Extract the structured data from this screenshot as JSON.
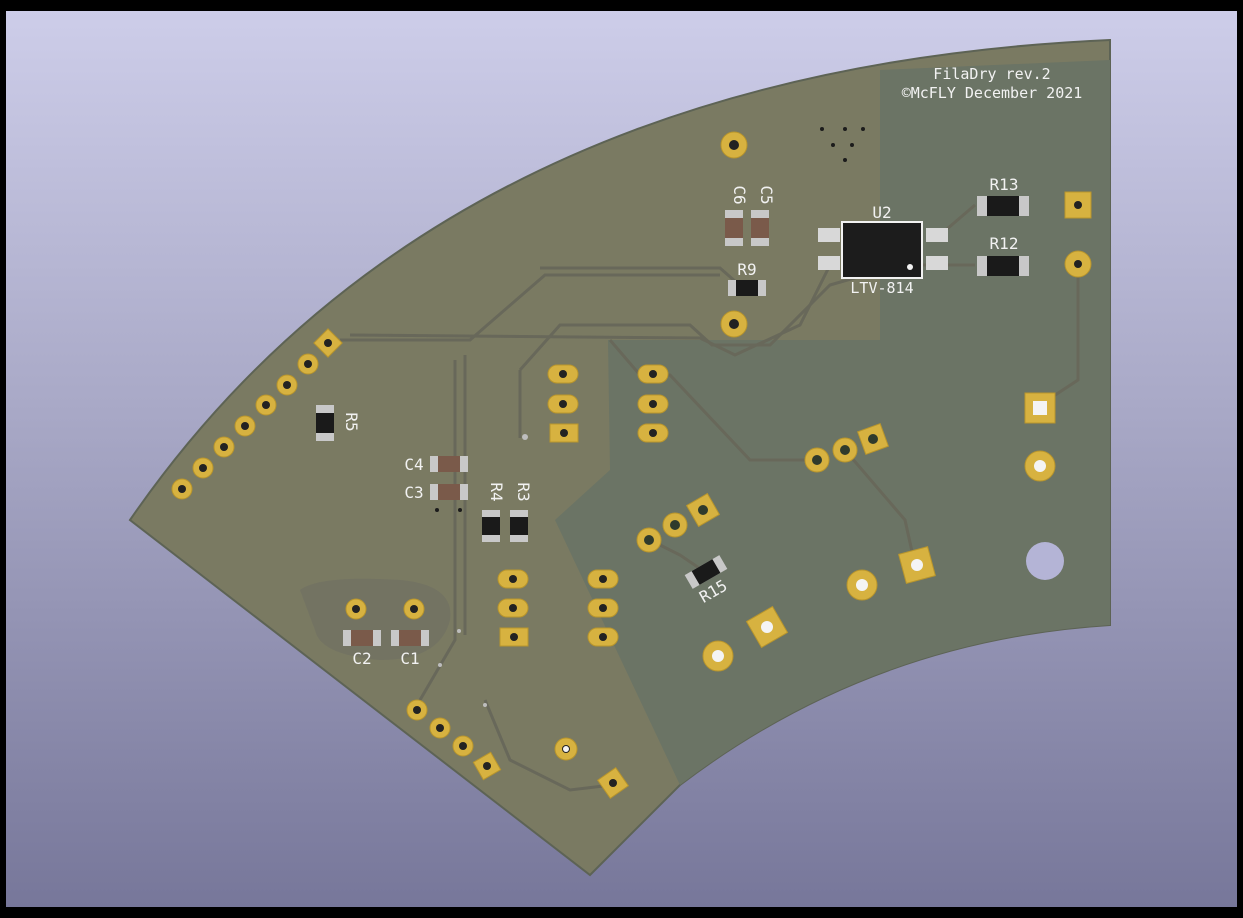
{
  "board": {
    "title_line1": "FilaDry rev.2",
    "title_line2": "©McFLY December 2021"
  },
  "refs": {
    "U2": "U2",
    "U2_value": "LTV-814",
    "R13": "R13",
    "R12": "R12",
    "R9": "R9",
    "C6": "C6",
    "C5": "C5",
    "R5": "R5",
    "C4": "C4",
    "C3": "C3",
    "R4": "R4",
    "R3": "R3",
    "C2": "C2",
    "C1": "C1",
    "R15": "R15"
  },
  "colors": {
    "background_top": "#cdcde9",
    "background_bottom": "#77779a",
    "board_green": "#6c7565",
    "board_tan": "#7e7b63",
    "pad_gold": "#d7b240",
    "silkscreen": "#f2f2f2"
  }
}
